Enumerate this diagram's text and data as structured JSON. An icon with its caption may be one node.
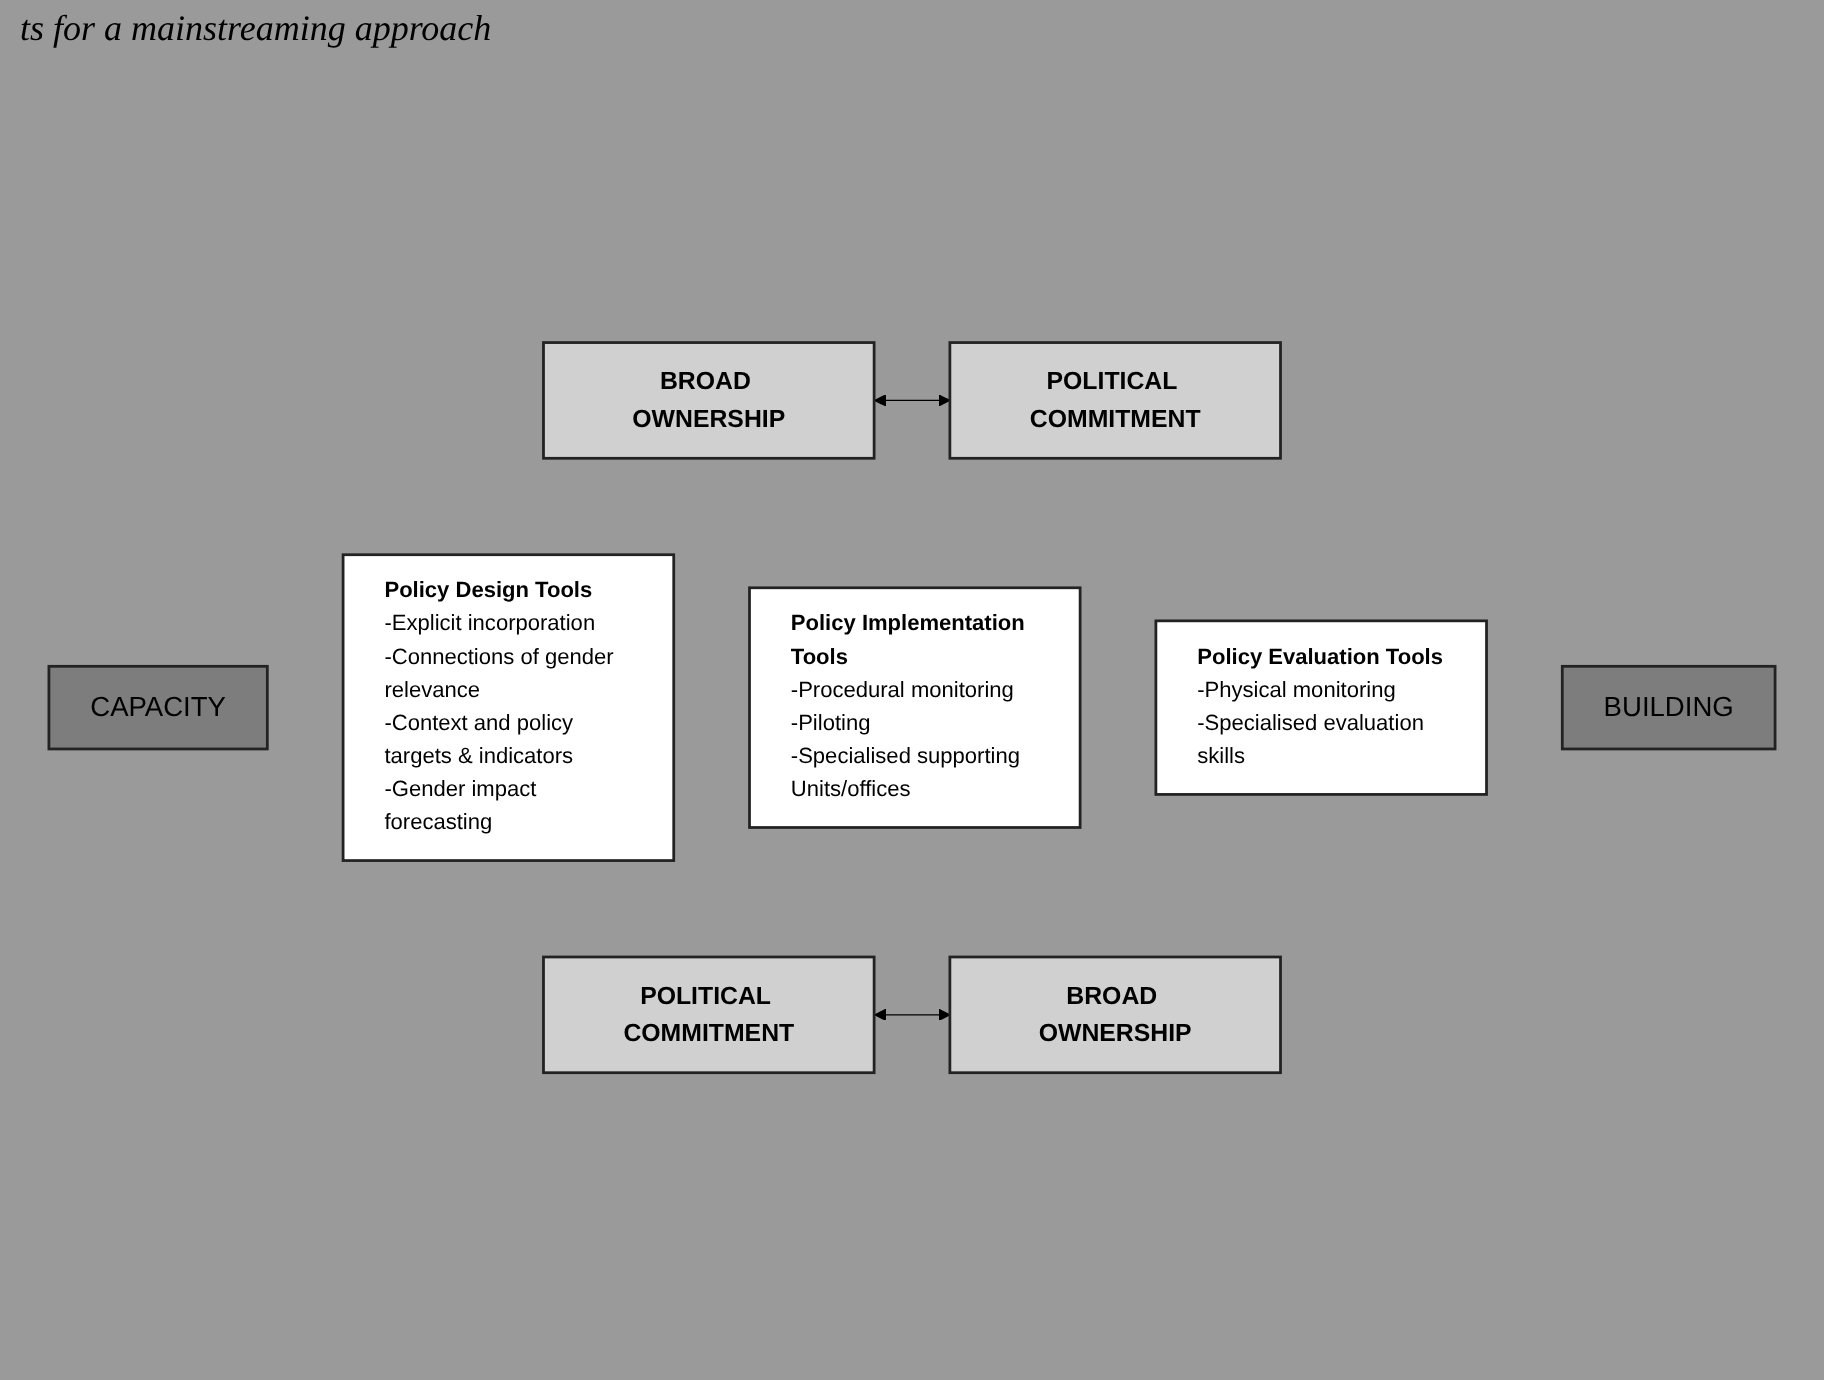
{
  "diagram": {
    "title": "ts for a mainstreaming approach",
    "nodes": [
      {
        "text": [
          "BROAD OWNERSHIP"
        ]
      },
      {
        "text": [
          "POLITICAL COMMITMENT"
        ]
      },
      {
        "text": [
          "CAPACITY"
        ]
      },
      {
        "text": [
          "Policy Design Tools",
          "-Explicit incorporation",
          "-Connections of gender relevance",
          "-Context and policy targets & indicators",
          "-Gender impact forecasting"
        ]
      },
      {
        "text": [
          "Policy Implementation Tools",
          "-Procedural monitoring",
          "-Piloting",
          "-Specialised supporting Units/offices"
        ]
      },
      {
        "text": [
          "Policy Evaluation Tools",
          "-Physical monitoring",
          "-Specialised evaluation skills"
        ]
      },
      {
        "text": [
          "BUILDING"
        ]
      },
      {
        "text": [
          "POLITICAL COMMITMENT"
        ]
      },
      {
        "text": [
          "BROAD OWNERSHIP"
        ]
      }
    ],
    "edges": [
      {
        "from": 0,
        "to": 1,
        "arrow": "both"
      },
      {
        "from": 7,
        "to": 8,
        "arrow": "both"
      }
    ]
  }
}
